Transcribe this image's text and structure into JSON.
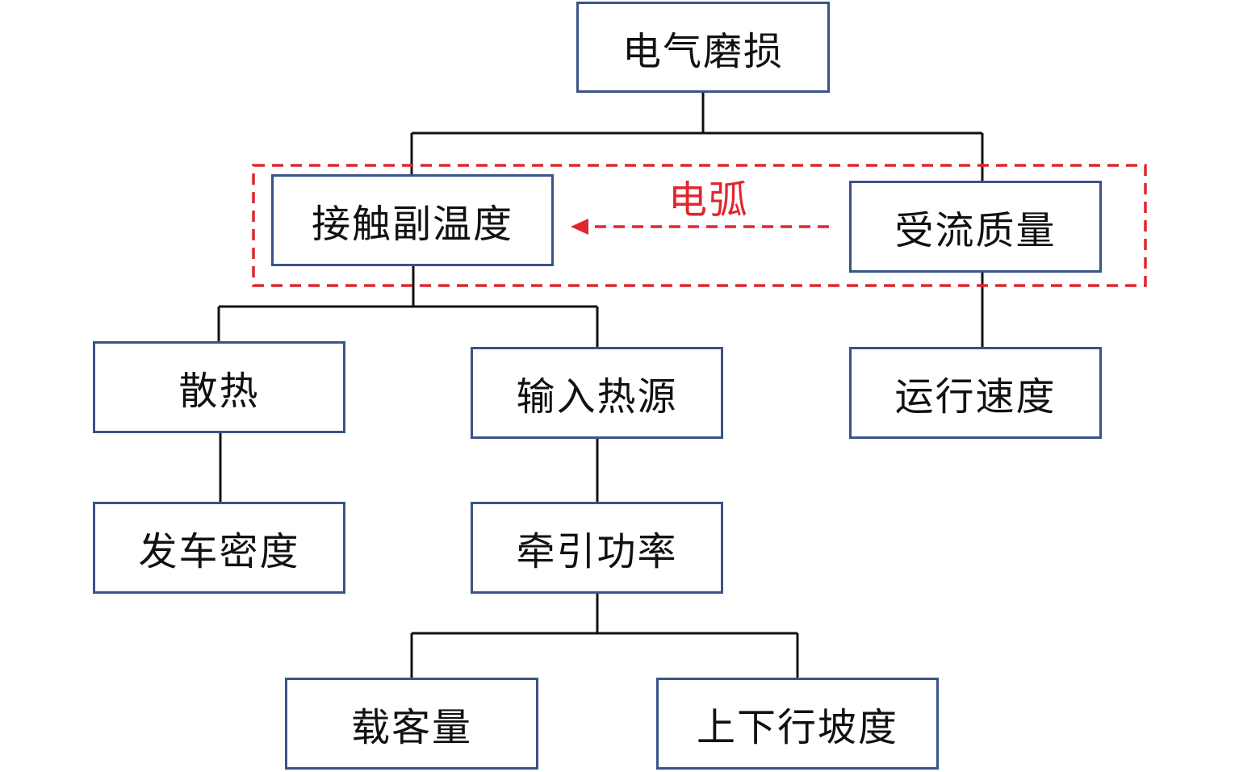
{
  "nodes": {
    "root": "电气磨损",
    "contact_temp": "接触副温度",
    "current_quality": "受流质量",
    "heat_dissipation": "散热",
    "input_heat": "输入热源",
    "speed": "运行速度",
    "departure_density": "发车密度",
    "traction_power": "牵引功率",
    "passenger_load": "载客量",
    "gradient": "上下行坡度"
  },
  "arc_label": "电弧",
  "colors": {
    "node_border": "#3a5388",
    "connector": "#111111",
    "arc_highlight": "#e0262e"
  }
}
